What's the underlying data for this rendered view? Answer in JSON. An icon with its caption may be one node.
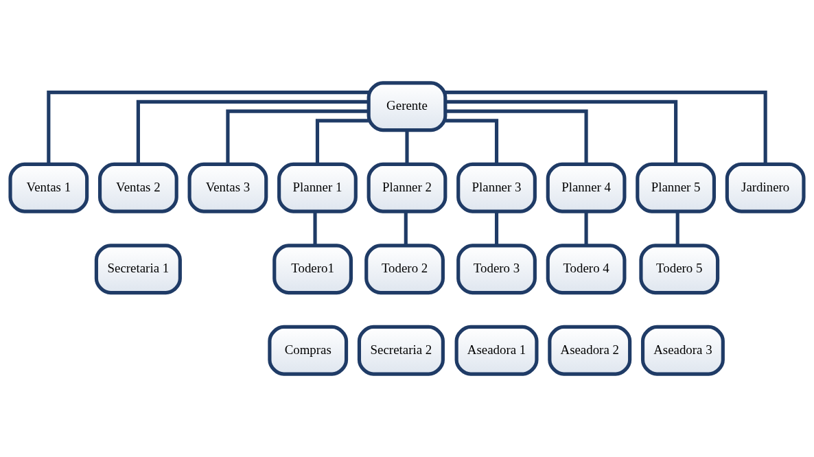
{
  "diagram": {
    "nodes": [
      {
        "text": [
          "Gerente"
        ]
      },
      {
        "text": [
          "Ventas 1"
        ]
      },
      {
        "text": [
          "Ventas 2"
        ]
      },
      {
        "text": [
          "Ventas 3"
        ]
      },
      {
        "text": [
          "Planner 1"
        ]
      },
      {
        "text": [
          "Planner 2"
        ]
      },
      {
        "text": [
          "Planner 3"
        ]
      },
      {
        "text": [
          "Planner 4"
        ]
      },
      {
        "text": [
          "Planner 5"
        ]
      },
      {
        "text": [
          "Jardinero"
        ]
      },
      {
        "text": [
          "Secretaria 1"
        ]
      },
      {
        "text": [
          "Todero1"
        ]
      },
      {
        "text": [
          "Todero 2"
        ]
      },
      {
        "text": [
          "Todero 3"
        ]
      },
      {
        "text": [
          "Todero 4"
        ]
      },
      {
        "text": [
          "Todero 5"
        ]
      },
      {
        "text": [
          "Compras"
        ]
      },
      {
        "text": [
          "Secretaria 2"
        ]
      },
      {
        "text": [
          "Aseadora 1"
        ]
      },
      {
        "text": [
          "Aseadora 2"
        ]
      },
      {
        "text": [
          "Aseadora 3"
        ]
      }
    ],
    "edges": [
      {
        "from": 0,
        "to": 1,
        "arrow": "none"
      },
      {
        "from": 0,
        "to": 2,
        "arrow": "none"
      },
      {
        "from": 0,
        "to": 3,
        "arrow": "none"
      },
      {
        "from": 0,
        "to": 4,
        "arrow": "none"
      },
      {
        "from": 0,
        "to": 5,
        "arrow": "none"
      },
      {
        "from": 0,
        "to": 6,
        "arrow": "none"
      },
      {
        "from": 0,
        "to": 7,
        "arrow": "none"
      },
      {
        "from": 0,
        "to": 8,
        "arrow": "none"
      },
      {
        "from": 0,
        "to": 9,
        "arrow": "none"
      },
      {
        "from": 4,
        "to": 11,
        "arrow": "none"
      },
      {
        "from": 5,
        "to": 12,
        "arrow": "none"
      },
      {
        "from": 6,
        "to": 13,
        "arrow": "none"
      },
      {
        "from": 7,
        "to": 14,
        "arrow": "none"
      },
      {
        "from": 8,
        "to": 15,
        "arrow": "none"
      }
    ]
  }
}
